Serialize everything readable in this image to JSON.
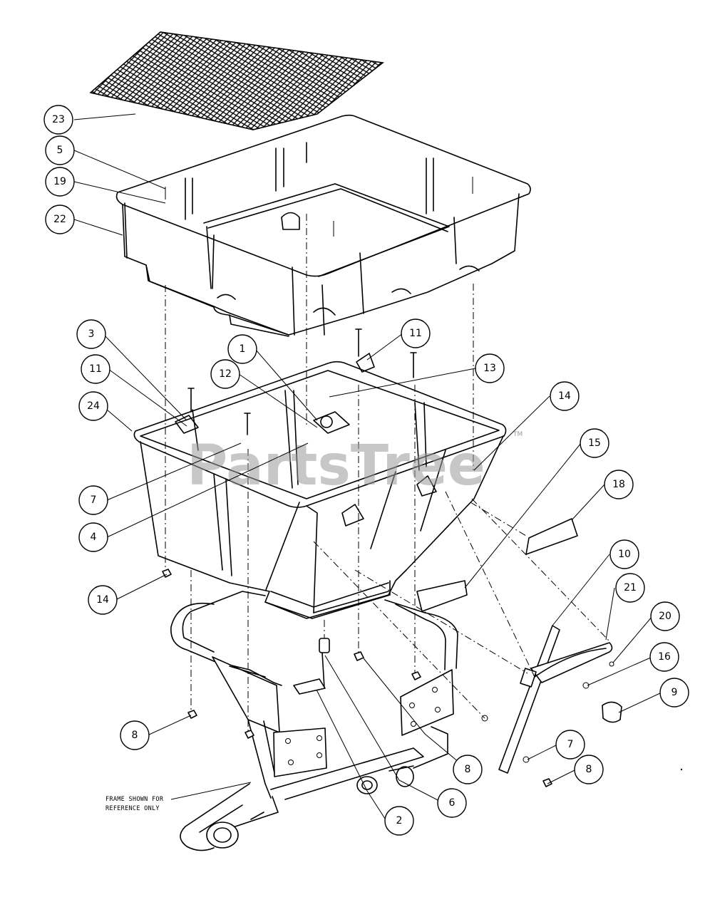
{
  "watermark": {
    "text": "PartsTree",
    "trademark": "TM"
  },
  "frame_note": {
    "line1": "FRAME SHOWN FOR",
    "line2": "REFERENCE ONLY"
  },
  "callouts": [
    {
      "id": "c23",
      "label": "23"
    },
    {
      "id": "c5",
      "label": "5"
    },
    {
      "id": "c19",
      "label": "19"
    },
    {
      "id": "c22",
      "label": "22"
    },
    {
      "id": "c3",
      "label": "3"
    },
    {
      "id": "c11a",
      "label": "11"
    },
    {
      "id": "c1",
      "label": "1"
    },
    {
      "id": "c12",
      "label": "12"
    },
    {
      "id": "c11b",
      "label": "11"
    },
    {
      "id": "c13",
      "label": "13"
    },
    {
      "id": "c24",
      "label": "24"
    },
    {
      "id": "c14a",
      "label": "14"
    },
    {
      "id": "c15",
      "label": "15"
    },
    {
      "id": "c7a",
      "label": "7"
    },
    {
      "id": "c4",
      "label": "4"
    },
    {
      "id": "c18",
      "label": "18"
    },
    {
      "id": "c10",
      "label": "10"
    },
    {
      "id": "c14b",
      "label": "14"
    },
    {
      "id": "c21",
      "label": "21"
    },
    {
      "id": "c20",
      "label": "20"
    },
    {
      "id": "c16",
      "label": "16"
    },
    {
      "id": "c9",
      "label": "9"
    },
    {
      "id": "c8a",
      "label": "8"
    },
    {
      "id": "c8b",
      "label": "8"
    },
    {
      "id": "c7b",
      "label": "7"
    },
    {
      "id": "c8c",
      "label": "8"
    },
    {
      "id": "c6",
      "label": "6"
    },
    {
      "id": "c2",
      "label": "2"
    }
  ]
}
